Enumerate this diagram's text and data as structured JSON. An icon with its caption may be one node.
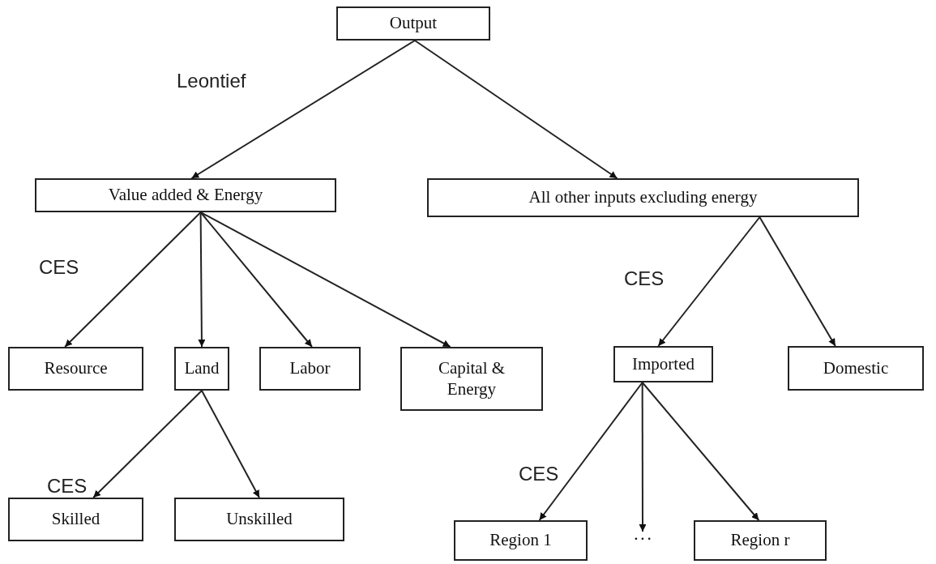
{
  "diagram": {
    "nodes": [
      {
        "text": [
          "Output"
        ]
      },
      {
        "text": [
          "Value added & Energy"
        ]
      },
      {
        "text": [
          "All other inputs excluding energy"
        ]
      },
      {
        "text": [
          "Resource"
        ]
      },
      {
        "text": [
          "Land"
        ]
      },
      {
        "text": [
          "Labor"
        ]
      },
      {
        "text": [
          "Capital & Energy"
        ]
      },
      {
        "text": [
          "Imported"
        ]
      },
      {
        "text": [
          "Domestic"
        ]
      },
      {
        "text": [
          "Skilled"
        ]
      },
      {
        "text": [
          "Unskilled"
        ]
      },
      {
        "text": [
          "Region 1"
        ]
      },
      {
        "text": [
          "• • •"
        ]
      },
      {
        "text": [
          "Region r"
        ]
      }
    ],
    "edges": [
      {
        "from": 0,
        "to": 1,
        "arrow": "to"
      },
      {
        "from": 0,
        "to": 2,
        "arrow": "to"
      },
      {
        "from": 1,
        "to": 3,
        "arrow": "to"
      },
      {
        "from": 1,
        "to": 4,
        "arrow": "to"
      },
      {
        "from": 1,
        "to": 5,
        "arrow": "to"
      },
      {
        "from": 1,
        "to": 6,
        "arrow": "to"
      },
      {
        "from": 2,
        "to": 7,
        "arrow": "to"
      },
      {
        "from": 2,
        "to": 8,
        "arrow": "to"
      },
      {
        "from": 4,
        "to": 9,
        "arrow": "to"
      },
      {
        "from": 4,
        "to": 10,
        "arrow": "to"
      },
      {
        "from": 7,
        "to": 11,
        "arrow": "to"
      },
      {
        "from": 7,
        "to": 12,
        "arrow": "to"
      },
      {
        "from": 7,
        "to": 13,
        "arrow": "to"
      }
    ],
    "labels": [
      "Leontief",
      "CES",
      "CES",
      "CES",
      "CES"
    ]
  }
}
